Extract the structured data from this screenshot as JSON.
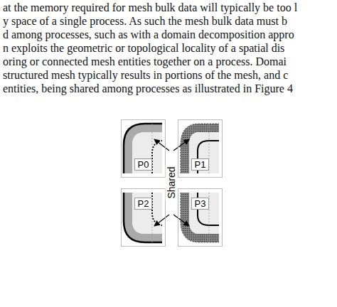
{
  "diagram": {
    "nodes": [
      {
        "text": [
          "P0"
        ]
      },
      {
        "text": [
          "P1"
        ]
      },
      {
        "text": [
          "P2"
        ]
      },
      {
        "text": [
          "P3"
        ]
      }
    ],
    "edges": [],
    "labels": [
      "at the memory required for mesh bulk data will typically be too l",
      "y space of a single process. As such the mesh bulk data must b",
      "d among processes, such as with a domain decomposition appro",
      "n exploits the geometric or topological locality of a spatial dis",
      "oring or connected mesh entities together on a process. Domai",
      "structured mesh typically results in portions of the mesh, and c",
      "entities, being shared among processes as illustrated in Figure 4",
      "Shared"
    ]
  }
}
